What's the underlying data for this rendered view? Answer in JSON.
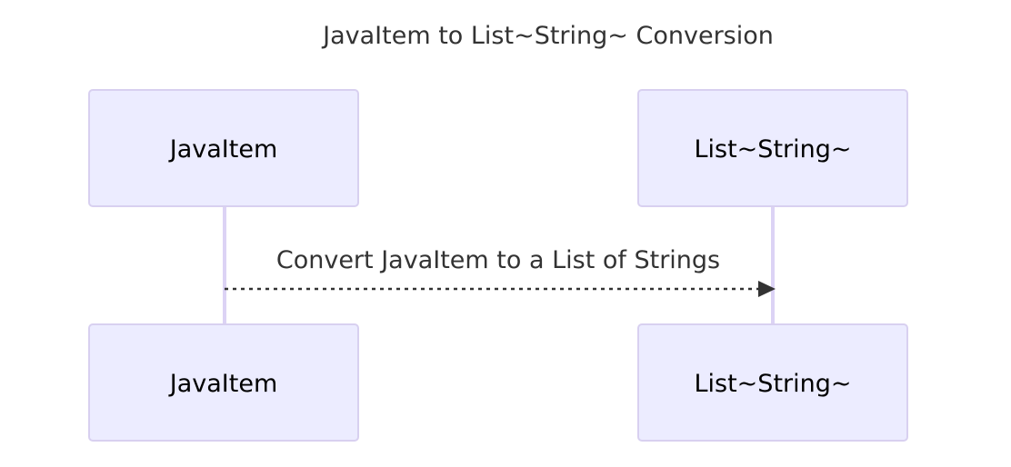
{
  "diagram": {
    "title": "JavaItem to List~String~ Conversion",
    "participants": [
      {
        "id": "javaitem",
        "label": "JavaItem"
      },
      {
        "id": "liststring",
        "label": "List~String~"
      }
    ],
    "messages": [
      {
        "from": "javaitem",
        "to": "liststring",
        "label": "Convert JavaItem to a List of Strings",
        "style": "dashed"
      }
    ],
    "colors": {
      "actor_fill": "#ECECFF",
      "actor_border": "#D8D0F0",
      "lifeline": "#DCD3F5",
      "message_line": "#333333",
      "text": "#333333"
    }
  }
}
